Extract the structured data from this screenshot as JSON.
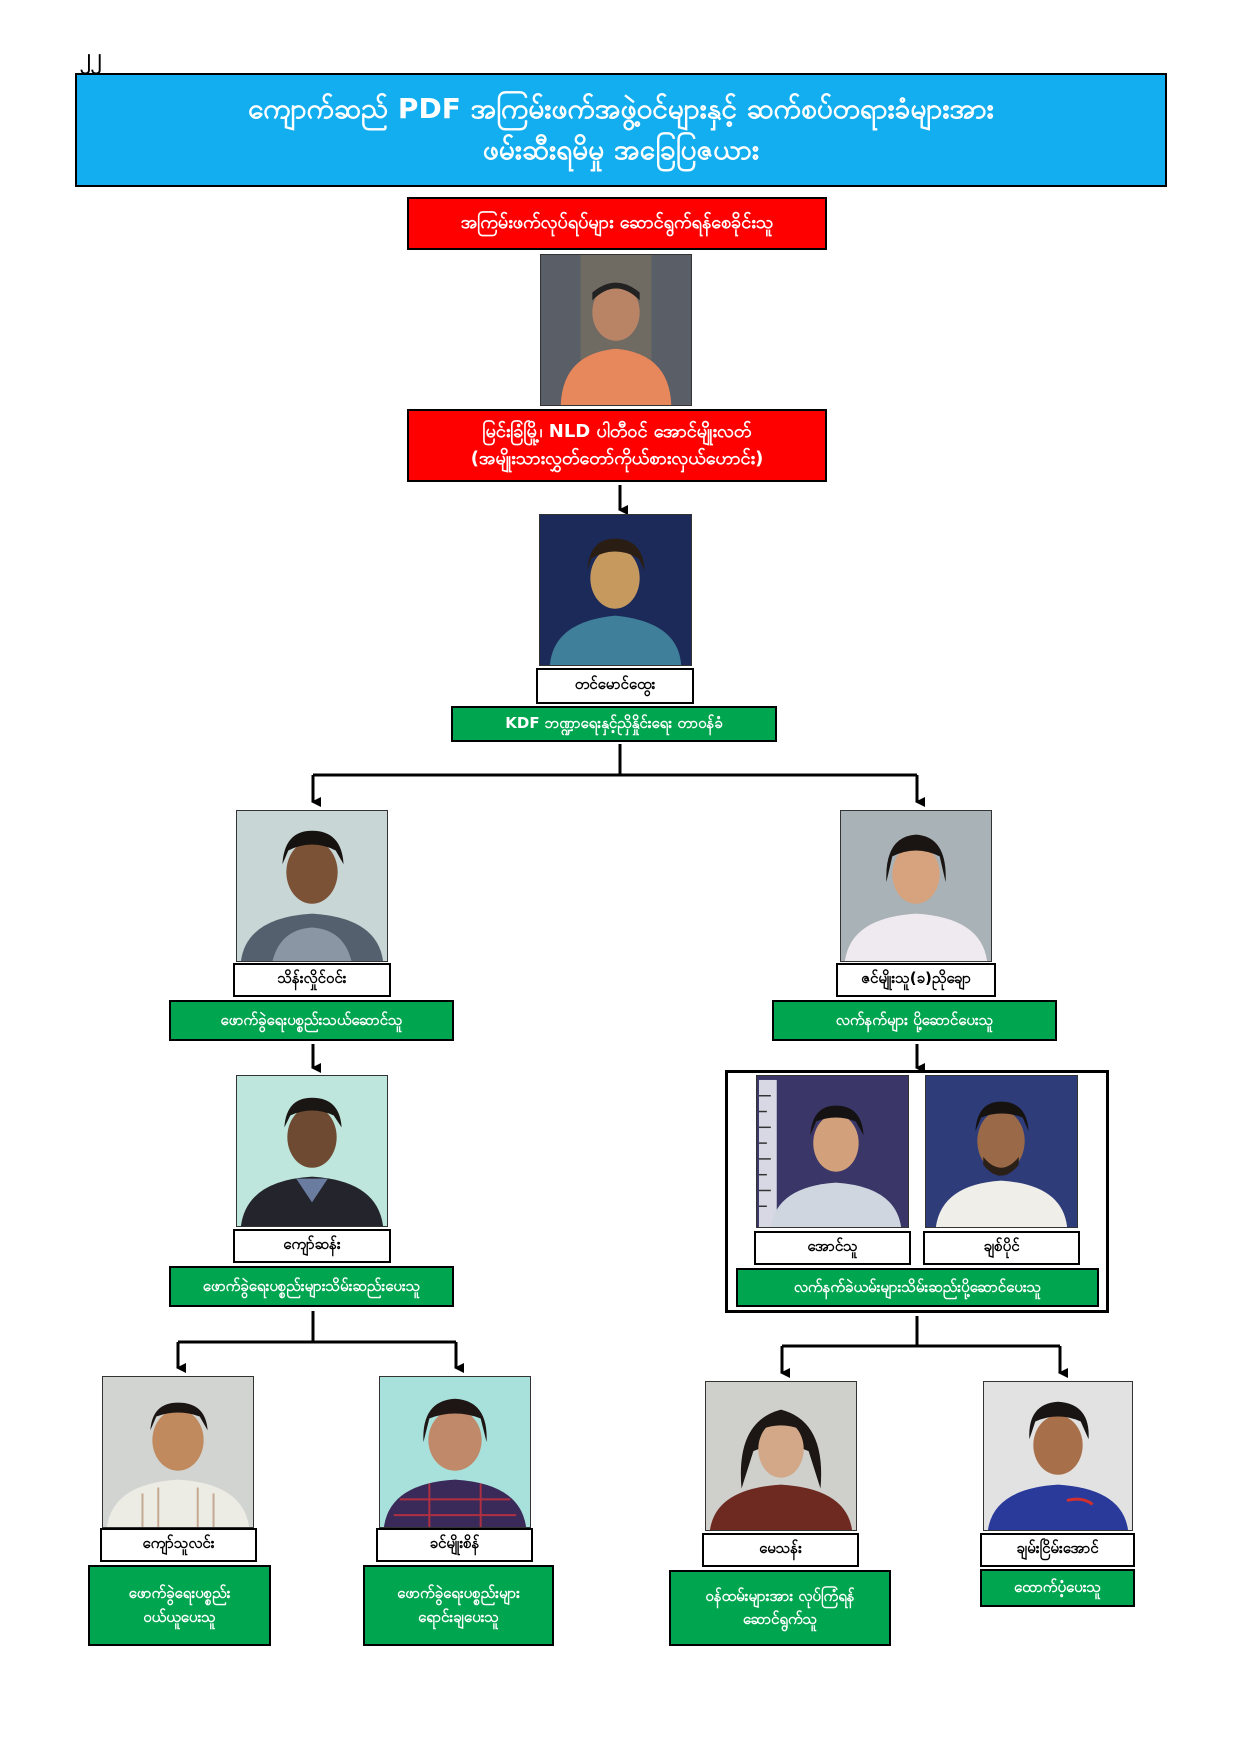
{
  "page_number": "၂၂",
  "title": {
    "line1": "ကျောက်ဆည် PDF အကြမ်းဖက်အဖွဲ့ဝင်များနှင့် ဆက်စပ်တရားခံများအား",
    "line2": "ဖမ်းဆီးရမိမှု အခြေပြဇယား"
  },
  "top_role": "အကြမ်းဖက်လုပ်ရပ်များ ဆောင်ရွက်ရန်စေခိုင်းသူ",
  "leader": {
    "line1": "မြင်းခြံမြို့၊ NLD ပါတီဝင် အောင်မျိုးလတ်",
    "line2": "(အမျိုးသားလွှတ်တော်ကိုယ်စားလှယ်ဟောင်း)"
  },
  "people": {
    "p1": {
      "name": "တင်မောင်ထွေး",
      "role": [
        "KDF ဘဏ္ဍာရေးနှင့်ညှိနှိုင်းရေး တာဝန်ခံ"
      ]
    },
    "p2": {
      "name": "သိန်းလှိုင်ဝင်း",
      "role": [
        "ဖောက်ခွဲရေးပစ္စည်းသယ်ဆောင်သူ"
      ]
    },
    "p3": {
      "name": "ဇင်မျိုးသူ(ခ)ညိုချော",
      "role": [
        "လက်နက်များ ပို့ဆောင်ပေးသူ"
      ]
    },
    "p4": {
      "name": "ကျော်ဆန်း",
      "role": [
        "ဖောက်ခွဲရေးပစ္စည်းများသိမ်းဆည်းပေးသူ"
      ]
    },
    "p5": {
      "name": "အောင်သူ"
    },
    "p6": {
      "name": "ချစ်ပိုင်"
    },
    "p56_role": [
      "လက်နက်ခဲယမ်းများသိမ်းဆည်းပို့ဆောင်ပေးသူ"
    ],
    "p7": {
      "name": "ကျော်သူလင်း",
      "role": [
        "ဖောက်ခွဲရေးပစ္စည်း",
        "ဝယ်ယူပေးသူ"
      ]
    },
    "p8": {
      "name": "ခင်မျိုးစိန်",
      "role": [
        "ဖောက်ခွဲရေးပစ္စည်းများ",
        "ရောင်းချပေးသူ"
      ]
    },
    "p9": {
      "name": "မေသန်း",
      "role": [
        "ဝန်ထမ်းများအား လုပ်ကြံရန်",
        "ဆောင်ရွက်သူ"
      ]
    },
    "p10": {
      "name": "ချမ်းငြိမ်းအောင်",
      "role": [
        "ထောက်ပံ့ပေးသူ"
      ]
    }
  },
  "colors": {
    "title_bg": "#12aeef",
    "red": "#ff0000",
    "green": "#00a54f"
  }
}
